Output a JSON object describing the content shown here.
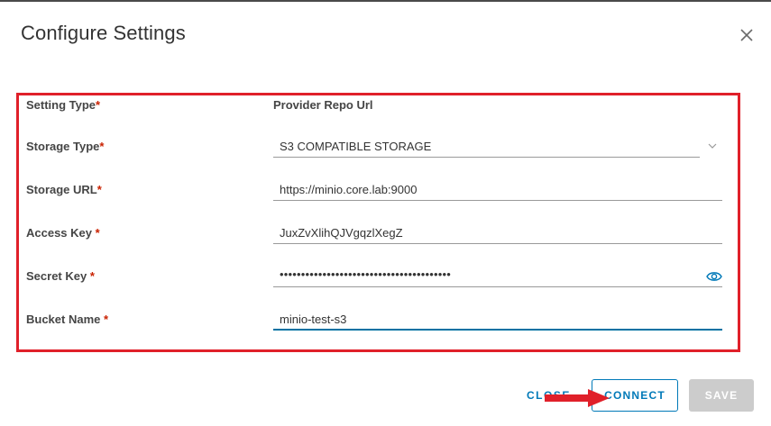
{
  "dialog": {
    "title": "Configure Settings"
  },
  "form": {
    "setting_type": {
      "label": "Setting Type",
      "required_mark": "*",
      "value": "Provider Repo Url"
    },
    "storage_type": {
      "label": "Storage Type",
      "required_mark": "*",
      "value": "S3 COMPATIBLE STORAGE"
    },
    "storage_url": {
      "label": "Storage URL",
      "required_mark": "*",
      "value": "https://minio.core.lab:9000"
    },
    "access_key": {
      "label": "Access Key ",
      "required_mark": "*",
      "value": "JuxZvXlihQJVgqzlXegZ"
    },
    "secret_key": {
      "label": "Secret Key ",
      "required_mark": "*",
      "value": "••••••••••••••••••••••••••••••••••••••••"
    },
    "bucket_name": {
      "label": "Bucket Name ",
      "required_mark": "*",
      "value": "minio-test-s3"
    }
  },
  "footer": {
    "close_label": "CLOSE",
    "connect_label": "CONNECT",
    "save_label": "SAVE"
  },
  "colors": {
    "highlight_border": "#e0202a",
    "accent": "#0079b8",
    "required": "#c92100",
    "disabled": "#cccccc"
  },
  "icons": {
    "close": "close-icon",
    "dropdown": "chevron-down-icon",
    "reveal": "eye-icon",
    "annotation": "red-arrow-icon"
  }
}
